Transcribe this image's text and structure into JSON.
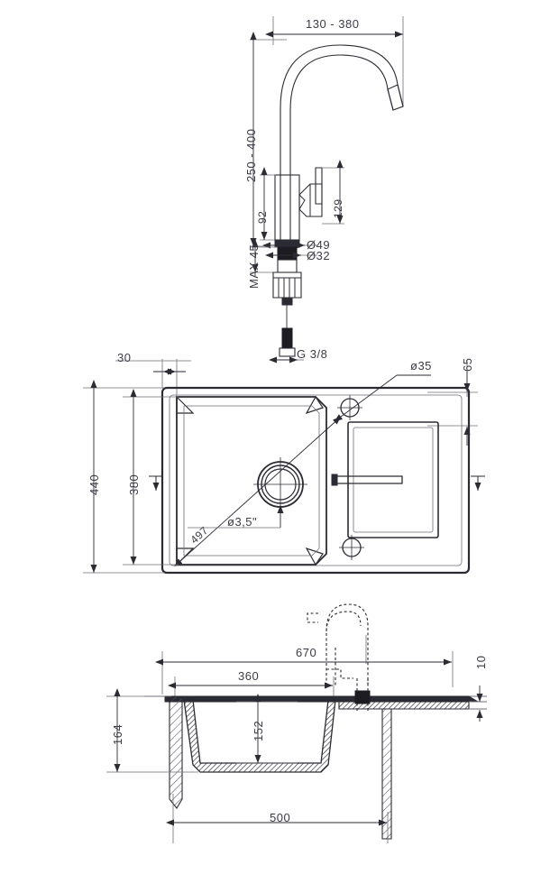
{
  "drawing": {
    "title": "Kitchen sink and faucet technical drawing",
    "units": "mm",
    "line_color": "#2b2b33",
    "thin_line_color": "#6f6f78",
    "label_color": "#3c3c46",
    "background": "#ffffff"
  },
  "views": {
    "faucet_elevation": {
      "name": "faucet-elevation-view",
      "labels": {
        "reach": "130 - 380",
        "height": "250 - 400",
        "body_height": "92",
        "lever_height": "129",
        "max_thickness": "MAX 45",
        "flange_diameter": "Ø49",
        "shank_diameter": "Ø32",
        "thread": "G 3/8"
      }
    },
    "sink_top": {
      "name": "sink-top-view",
      "labels": {
        "edge_offset": "30",
        "overall_width": "440",
        "bowl_width": "380",
        "tap_hole_diameter": "ø35",
        "right_offset": "65",
        "diagonal": "497",
        "drain_diameter": "ø3,5\""
      }
    },
    "sink_section": {
      "name": "sink-cross-section-view",
      "labels": {
        "overall_length": "670",
        "bowl_length": "360",
        "ledge_thickness": "10",
        "outer_depth": "164",
        "bowl_depth": "152",
        "cabinet_width": "500"
      }
    }
  }
}
